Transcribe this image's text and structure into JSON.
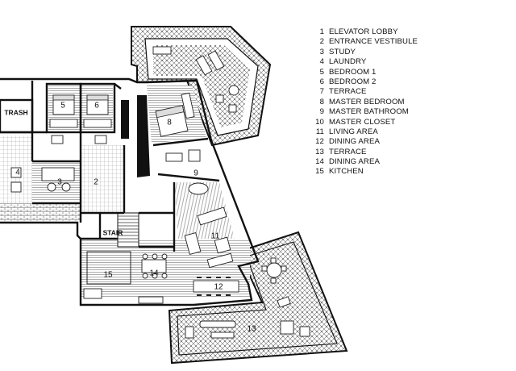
{
  "plan": {
    "tags": {
      "trash": "TRASH",
      "stair": "STAIR"
    },
    "room_numbers": {
      "r2": "2",
      "r3": "3",
      "r4": "4",
      "r5": "5",
      "r6": "6",
      "r8": "8",
      "r9": "9",
      "r11": "11",
      "r12": "12",
      "r13": "13",
      "r14": "14",
      "r15": "15"
    }
  },
  "legend": [
    {
      "num": "1",
      "name": "ELEVATOR LOBBY"
    },
    {
      "num": "2",
      "name": "ENTRANCE VESTIBULE"
    },
    {
      "num": "3",
      "name": "STUDY"
    },
    {
      "num": "4",
      "name": "LAUNDRY"
    },
    {
      "num": "5",
      "name": "BEDROOM 1"
    },
    {
      "num": "6",
      "name": "BEDROOM 2"
    },
    {
      "num": "7",
      "name": "TERRACE"
    },
    {
      "num": "8",
      "name": "MASTER BEDROOM"
    },
    {
      "num": "9",
      "name": "MASTER BATHROOM"
    },
    {
      "num": "10",
      "name": "MASTER CLOSET"
    },
    {
      "num": "11",
      "name": "LIVING AREA"
    },
    {
      "num": "12",
      "name": "DINING AREA"
    },
    {
      "num": "13",
      "name": "TERRACE"
    },
    {
      "num": "14",
      "name": "DINING AREA"
    },
    {
      "num": "15",
      "name": "KITCHEN"
    }
  ]
}
